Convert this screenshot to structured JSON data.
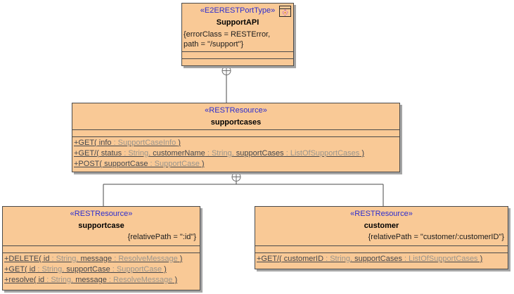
{
  "diagram": {
    "colors": {
      "box_fill": "#F9C996",
      "box_border": "#4A4A4A",
      "shadow": "#A5A5A5",
      "stereotype_text": "#2D2DCF",
      "op_dark": "#45474C",
      "op_light": "#9A958C",
      "connector": "#4A4A4A",
      "containment_circle": "#6E6E6E"
    },
    "icons": {
      "supportapi_badge": "port-type-component-icon",
      "containment_symbol": "crosshair-circle-icon"
    },
    "classes": [
      {
        "id": "SupportAPI",
        "stereotype": "«E2ERESTPortType»",
        "name": "SupportAPI",
        "property_lines": [
          "{errorClass = RESTError,",
          "path = \"/support\"}"
        ],
        "operations": []
      },
      {
        "id": "supportcases",
        "stereotype": "«RESTResource»",
        "name": "supportcases",
        "property_lines": [],
        "operations": [
          [
            {
              "text": "+GET( info",
              "tone": "dark"
            },
            {
              "text": " : SupportCaseInfo",
              "tone": "light"
            },
            {
              "text": " )",
              "tone": "dark"
            }
          ],
          [
            {
              "text": "+GET/( status",
              "tone": "dark"
            },
            {
              "text": " : String,",
              "tone": "light"
            },
            {
              "text": " customerName",
              "tone": "dark"
            },
            {
              "text": " : String,",
              "tone": "light"
            },
            {
              "text": " supportCases",
              "tone": "dark"
            },
            {
              "text": " : ListOfSupportCases",
              "tone": "light"
            },
            {
              "text": " )",
              "tone": "dark"
            }
          ],
          [
            {
              "text": "+POST( supportCase",
              "tone": "dark"
            },
            {
              "text": " : SupportCase",
              "tone": "light"
            },
            {
              "text": " )",
              "tone": "dark"
            }
          ]
        ]
      },
      {
        "id": "supportcase",
        "stereotype": "«RESTResource»",
        "name": "supportcase",
        "property_lines": [
          "{relativePath = \":id\"}"
        ],
        "operations": [
          [
            {
              "text": "+DELETE( id",
              "tone": "dark"
            },
            {
              "text": " : String,",
              "tone": "light"
            },
            {
              "text": " message",
              "tone": "dark"
            },
            {
              "text": " : ResolveMessage",
              "tone": "light"
            },
            {
              "text": " )",
              "tone": "dark"
            }
          ],
          [
            {
              "text": "+GET( id",
              "tone": "dark"
            },
            {
              "text": " : String,",
              "tone": "light"
            },
            {
              "text": " supportCase",
              "tone": "dark"
            },
            {
              "text": " : SupportCase",
              "tone": "light"
            },
            {
              "text": " )",
              "tone": "dark"
            }
          ],
          [
            {
              "text": "+resolve( id",
              "tone": "dark"
            },
            {
              "text": " : String,",
              "tone": "light"
            },
            {
              "text": " message",
              "tone": "dark"
            },
            {
              "text": " : ResolveMessage",
              "tone": "light"
            },
            {
              "text": " )",
              "tone": "dark"
            }
          ]
        ]
      },
      {
        "id": "customer",
        "stereotype": "«RESTResource»",
        "name": "customer",
        "property_lines": [
          "{relativePath = \"customer/:customerID\"}"
        ],
        "operations": [
          [
            {
              "text": "+GET/( customerID",
              "tone": "dark"
            },
            {
              "text": " : String,",
              "tone": "light"
            },
            {
              "text": " supportCases",
              "tone": "dark"
            },
            {
              "text": " : ListOfSupportCases",
              "tone": "light"
            },
            {
              "text": " )",
              "tone": "dark"
            }
          ]
        ]
      }
    ]
  }
}
